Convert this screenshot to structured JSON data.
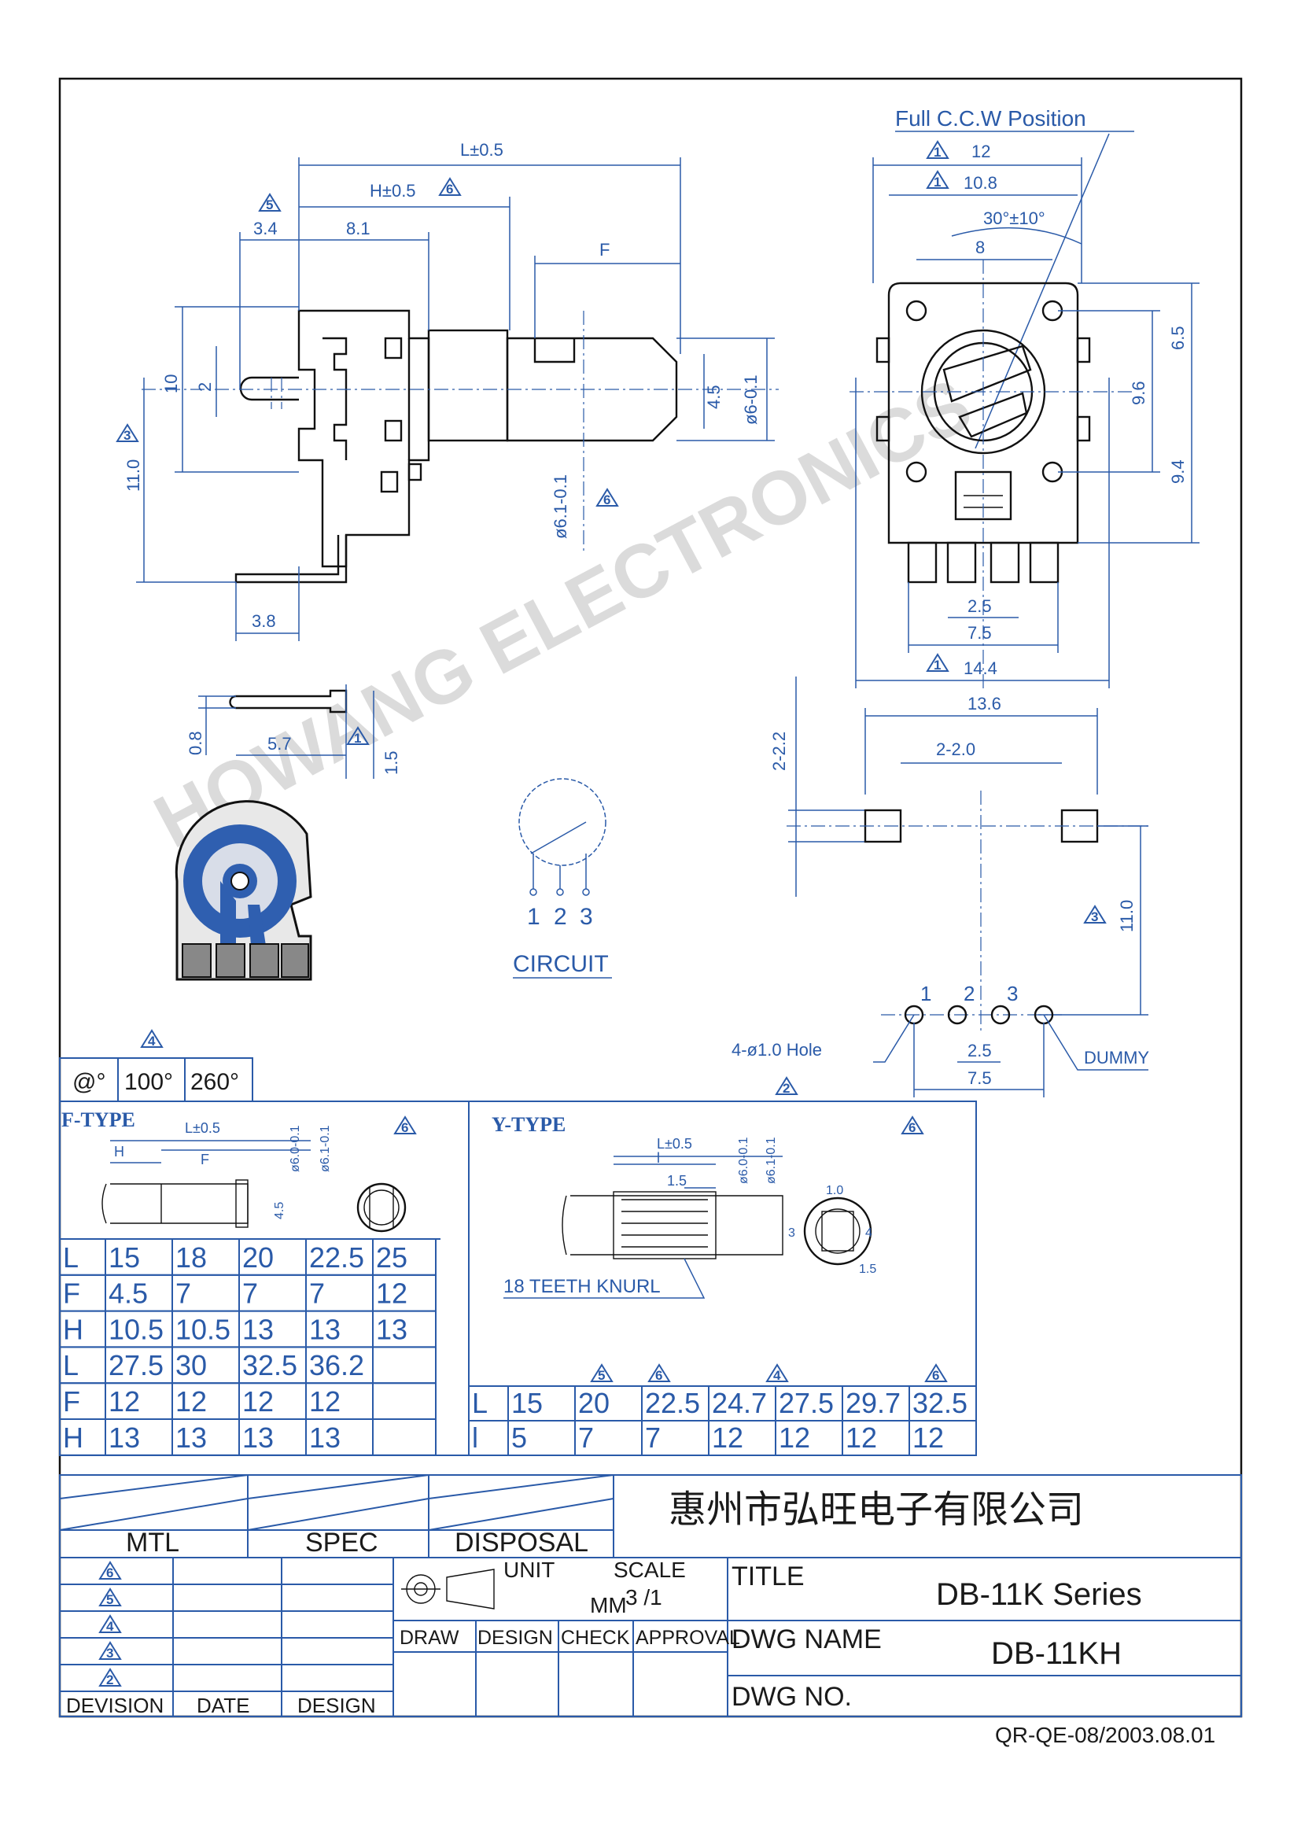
{
  "watermark": "HOWANG ELECTRONICS",
  "side_view": {
    "top_labels": [
      "L±0.5",
      "H±0.5",
      "3.4",
      "8.1",
      "F"
    ],
    "left_labels": [
      "10",
      "2",
      "11.0"
    ],
    "right_labels": [
      "4.5",
      "ø6-0.1",
      "ø6.1-0.1"
    ],
    "bottom_label": "3.8",
    "terminal_labels": [
      "0.8",
      "5.7",
      "1.5"
    ]
  },
  "front_view": {
    "title": "Full C.C.W Position",
    "top_labels": [
      "12",
      "10.8",
      "30°±10°",
      "8"
    ],
    "right_labels": [
      "6.5",
      "9.6",
      "9.4"
    ],
    "bottom_labels": [
      "2.5",
      "7.5",
      "14.4"
    ]
  },
  "circuit": {
    "label": "CIRCUIT",
    "pins": [
      "1",
      "2",
      "3"
    ]
  },
  "pcb_layout": {
    "top_labels": [
      "13.6",
      "2-2.0",
      "2-2.2"
    ],
    "side_label": "11.0",
    "pins": [
      "1",
      "2",
      "3"
    ],
    "hole_label": "4-ø1.0",
    "hole_suffix": "Hole",
    "dummy_label": "DUMMY",
    "bottom_labels": [
      "2.5",
      "7.5"
    ]
  },
  "angle_table": {
    "header": "@°",
    "values": [
      "100°",
      "260°"
    ]
  },
  "f_type": {
    "title": "F-TYPE",
    "labels": [
      "L±0.5",
      "H",
      "F",
      "ø6.0-0.1",
      "ø6.1-0.1",
      "4.5"
    ],
    "rows": [
      [
        "L",
        "15",
        "18",
        "20",
        "22.5",
        "25"
      ],
      [
        "F",
        "4.5",
        "7",
        "7",
        "7",
        "12"
      ],
      [
        "H",
        "10.5",
        "10.5",
        "13",
        "13",
        "13"
      ],
      [
        "L",
        "27.5",
        "30",
        "32.5",
        "36.2",
        ""
      ],
      [
        "F",
        "12",
        "12",
        "12",
        "12",
        ""
      ],
      [
        "H",
        "13",
        "13",
        "13",
        "13",
        ""
      ]
    ]
  },
  "y_type": {
    "title": "Y-TYPE",
    "labels": [
      "L±0.5",
      "l",
      "1.5",
      "ø6.0-0.1",
      "ø6.1-0.1",
      "1.0",
      "3",
      "4",
      "1.5"
    ],
    "knurl": "18 TEETH KNURL",
    "rows": [
      [
        "L",
        "15",
        "20",
        "22.5",
        "24.7",
        "27.5",
        "29.7",
        "32.5"
      ],
      [
        "l",
        "5",
        "7",
        "7",
        "12",
        "12",
        "12",
        "12"
      ]
    ]
  },
  "title_block": {
    "company": "惠州市弘旺电子有限公司",
    "mtl": "MTL",
    "spec": "SPEC",
    "disposal": "DISPOSAL",
    "unit": "UNIT",
    "unit_value": "MM",
    "scale": "SCALE",
    "scale_value": "3 /1",
    "title_label": "TITLE",
    "title_value": "DB-11K  Series",
    "dwg_name_label": "DWG  NAME",
    "dwg_name_value": "DB-11KH",
    "dwg_no_label": "DWG  NO.",
    "roles": [
      "DRAW",
      "DESIGN",
      "CHECK",
      "APPROVAL"
    ],
    "revision_marks": [
      "6",
      "5",
      "4",
      "3",
      "2"
    ],
    "revision_headers": [
      "DEVISION",
      "DATE",
      "DESIGN"
    ]
  },
  "footer": "QR-QE-08/2003.08.01",
  "colors": {
    "dimension_blue": "#2a5aa8",
    "ink": "#111111",
    "part_blue": "#2f5fb0"
  }
}
